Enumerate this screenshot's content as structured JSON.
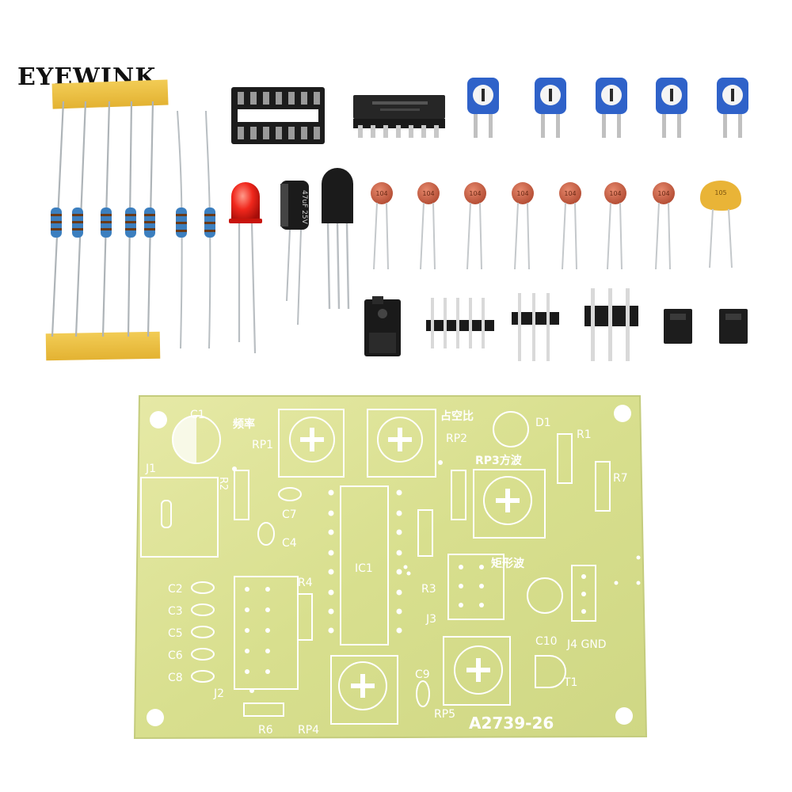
{
  "brand": {
    "text": "EYEWINK"
  },
  "parts": {
    "electrolytic_capacitor_marking": "47uF 25V",
    "ceramic_capacitor_code": "104",
    "yellow_capacitor_code": "105"
  },
  "pcb": {
    "label_c1": "C1",
    "label_freq": "频率",
    "label_rp1": "RP1",
    "label_duty": "占空比",
    "label_rp2": "RP2",
    "label_d1": "D1",
    "label_r1": "R1",
    "label_rp3_square": "RP3方波",
    "label_r7": "R7",
    "label_j1": "J1",
    "label_r2": "R2",
    "label_c7": "C7",
    "label_c4": "C4",
    "label_ic1": "IC1",
    "label_rect_wave": "矩形波",
    "label_r3": "R3",
    "label_r4": "R4",
    "label_j3": "J3",
    "label_c2": "C2",
    "label_c3": "C3",
    "label_c5": "C5",
    "label_c6": "C6",
    "label_c8": "C8",
    "label_j2": "J2",
    "label_c10": "C10",
    "label_j4gnd": "J4 GND",
    "label_c9": "C9",
    "label_t1": "T1",
    "label_r6": "R6",
    "label_rp4": "RP4",
    "label_rp5": "RP5",
    "label_model": "A2739-26"
  }
}
